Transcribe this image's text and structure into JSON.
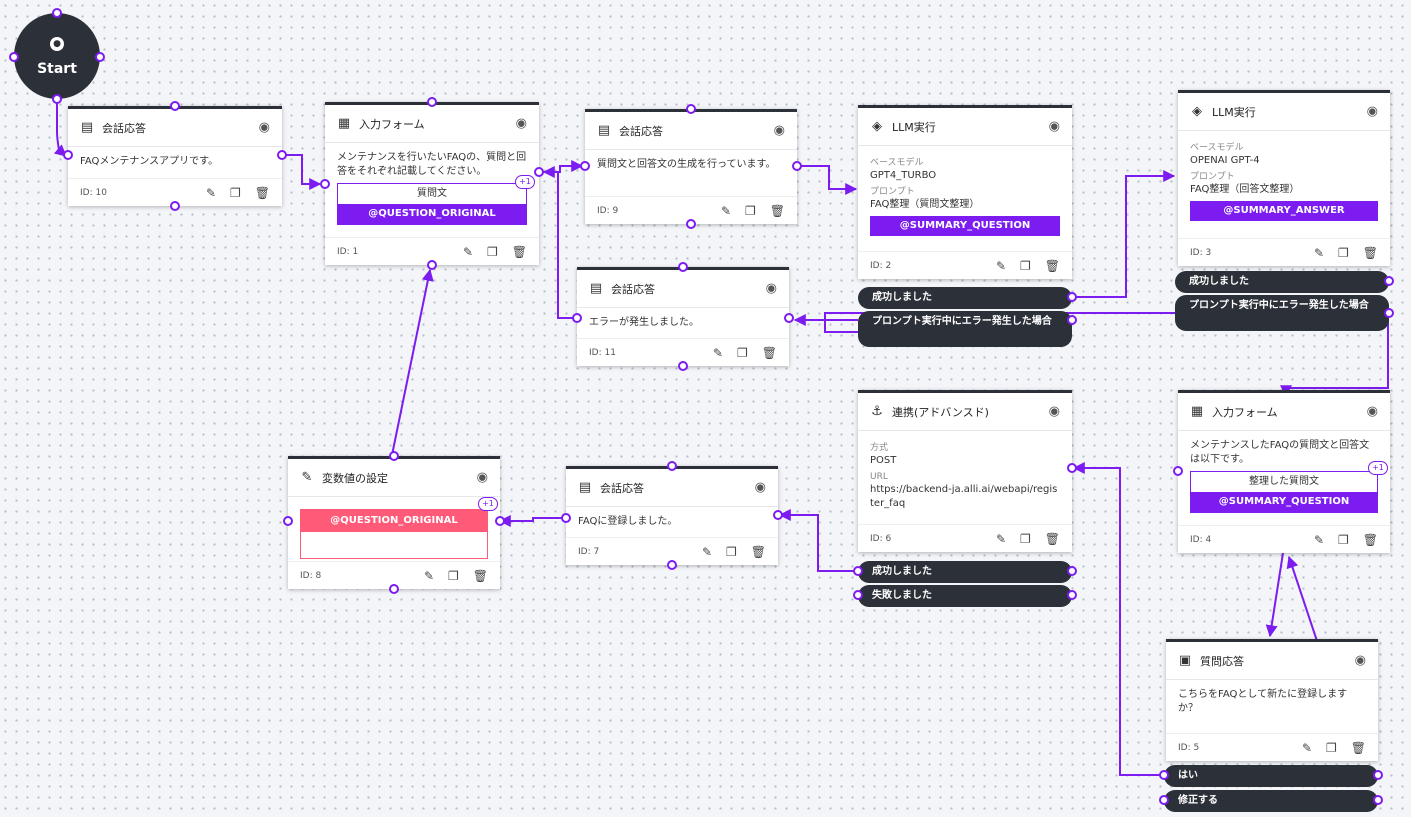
{
  "start": {
    "label": "Start"
  },
  "nodes": {
    "n10": {
      "title": "会話応答",
      "text": "FAQメンテナンスアプリです。",
      "id": "ID: 10"
    },
    "n1": {
      "title": "入力フォーム",
      "text": "メンテナンスを行いたいFAQの、質問と回答をそれぞれ記載してください。",
      "field_label": "質問文",
      "variable": "@QUESTION_ORIGINAL",
      "plus": "+1",
      "id": "ID: 1"
    },
    "n9": {
      "title": "会話応答",
      "text": "質問文と回答文の生成を行っています。",
      "id": "ID: 9"
    },
    "n11": {
      "title": "会話応答",
      "text": "エラーが発生しました。",
      "id": "ID: 11"
    },
    "n2": {
      "title": "LLM実行",
      "model_label": "ベースモデル",
      "model": "GPT4_TURBO",
      "prompt_label": "プロンプト",
      "prompt": "FAQ整理（質問文整理）",
      "variable": "@SUMMARY_QUESTION",
      "id": "ID: 2",
      "out_success": "成功しました",
      "out_error": "プロンプト実行中にエラー発生した場合"
    },
    "n3": {
      "title": "LLM実行",
      "model_label": "ベースモデル",
      "model": "OPENAI GPT-4",
      "prompt_label": "プロンプト",
      "prompt": "FAQ整理（回答文整理）",
      "variable": "@SUMMARY_ANSWER",
      "id": "ID: 3",
      "out_success": "成功しました",
      "out_error": "プロンプト実行中にエラー発生した場合"
    },
    "n6": {
      "title": "連携(アドバンスド)",
      "method_label": "方式",
      "method": "POST",
      "url_label": "URL",
      "url": "https://backend-ja.alli.ai/webapi/register_faq",
      "id": "ID: 6",
      "out_success": "成功しました",
      "out_fail": "失敗しました"
    },
    "n7": {
      "title": "会話応答",
      "text": "FAQに登録しました。",
      "id": "ID: 7"
    },
    "n8": {
      "title": "変数値の設定",
      "variable": "@QUESTION_ORIGINAL",
      "plus": "+1",
      "id": "ID: 8"
    },
    "n4": {
      "title": "入力フォーム",
      "text": "メンテナンスしたFAQの質問文と回答文は以下です。",
      "field_label": "整理した質問文",
      "variable": "@SUMMARY_QUESTION",
      "plus": "+1",
      "id": "ID: 4"
    },
    "n5": {
      "title": "質問応答",
      "text": "こちらをFAQとして新たに登録しますか？",
      "id": "ID: 5",
      "out_yes": "はい",
      "out_fix": "修正する"
    }
  },
  "icons": {
    "eye": "eye-icon",
    "edit": "pencil-icon",
    "copy": "copy-icon",
    "delete": "trash-icon"
  },
  "colors": {
    "accent": "#7c1cf0",
    "node_dark": "#2c3038",
    "variable_pink": "#ff5a78"
  }
}
